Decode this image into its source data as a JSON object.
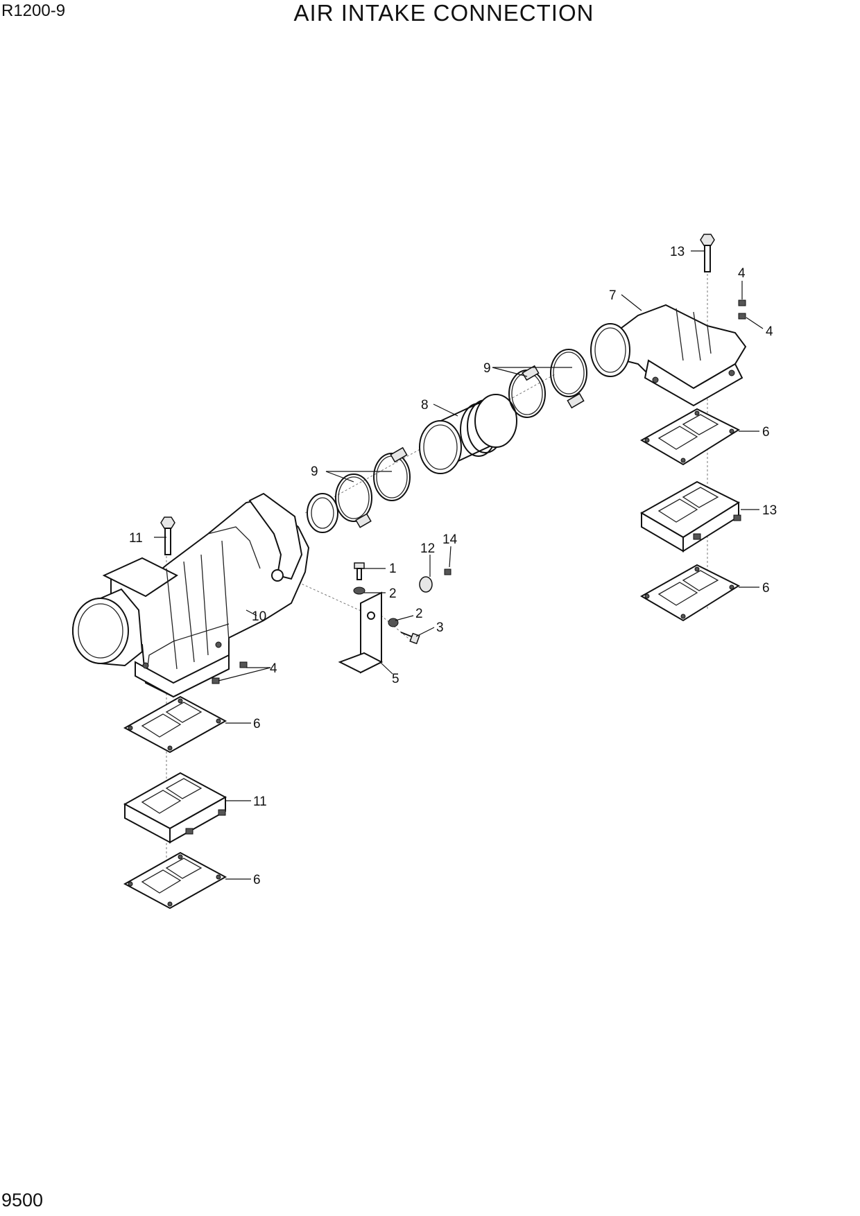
{
  "header": {
    "model": "R1200-9",
    "title": "AIR INTAKE CONNECTION"
  },
  "footer": {
    "page_number": "9500"
  },
  "callouts": [
    {
      "id": "c1",
      "text": "1"
    },
    {
      "id": "c2a",
      "text": "2"
    },
    {
      "id": "c2b",
      "text": "2"
    },
    {
      "id": "c3",
      "text": "3"
    },
    {
      "id": "c4a",
      "text": "4"
    },
    {
      "id": "c4b",
      "text": "4"
    },
    {
      "id": "c4c",
      "text": "4"
    },
    {
      "id": "c5",
      "text": "5"
    },
    {
      "id": "c6a",
      "text": "6"
    },
    {
      "id": "c6b",
      "text": "6"
    },
    {
      "id": "c6c",
      "text": "6"
    },
    {
      "id": "c6d",
      "text": "6"
    },
    {
      "id": "c7",
      "text": "7"
    },
    {
      "id": "c8",
      "text": "8"
    },
    {
      "id": "c9a",
      "text": "9"
    },
    {
      "id": "c9b",
      "text": "9"
    },
    {
      "id": "c10",
      "text": "10"
    },
    {
      "id": "c11a",
      "text": "11"
    },
    {
      "id": "c11b",
      "text": "11"
    },
    {
      "id": "c12",
      "text": "12"
    },
    {
      "id": "c13a",
      "text": "13"
    },
    {
      "id": "c13b",
      "text": "13"
    },
    {
      "id": "c14",
      "text": "14"
    }
  ]
}
